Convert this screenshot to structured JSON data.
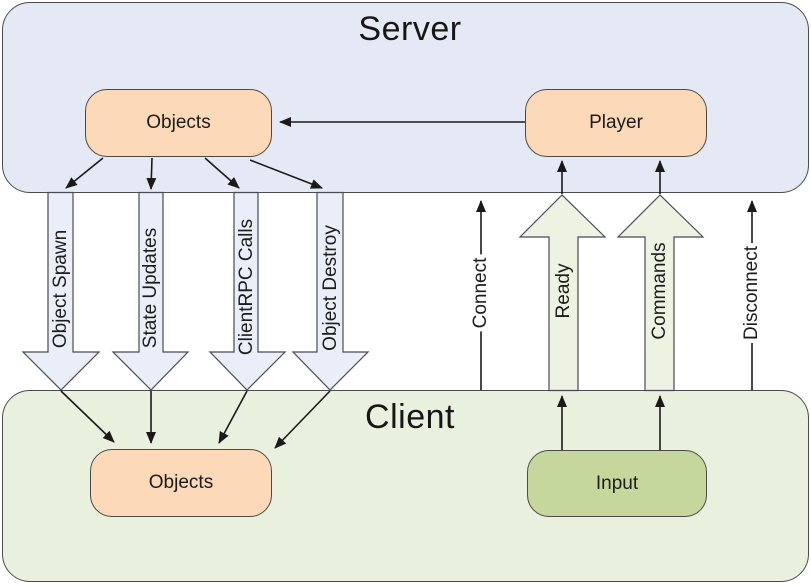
{
  "diagram": {
    "server": {
      "title": "Server",
      "nodes": {
        "objects": "Objects",
        "player": "Player"
      }
    },
    "client": {
      "title": "Client",
      "nodes": {
        "objects": "Objects",
        "input": "Input"
      }
    },
    "channels": {
      "server_to_client": [
        {
          "label": "Object Spawn",
          "type": "block-arrow-down"
        },
        {
          "label": "State Updates",
          "type": "block-arrow-down"
        },
        {
          "label": "ClientRPC Calls",
          "type": "block-arrow-down"
        },
        {
          "label": "Object Destroy",
          "type": "block-arrow-down"
        }
      ],
      "client_to_server": [
        {
          "label": "Connect",
          "type": "line-arrow-up"
        },
        {
          "label": "Ready",
          "type": "block-arrow-up"
        },
        {
          "label": "Commands",
          "type": "block-arrow-up"
        },
        {
          "label": "Disconnect",
          "type": "line-arrow-up"
        }
      ]
    },
    "colors": {
      "server_fill": "#e4e9f5",
      "client_fill": "#eaf0de",
      "node_peach_fill": "#fcd9b8",
      "node_green_fill": "#c5d79d",
      "block_arrow_down_fill": "#e9eef8",
      "block_arrow_up_fill": "#eef2e3",
      "outline": "#4a4b50",
      "line": "#1a1a1a"
    }
  }
}
